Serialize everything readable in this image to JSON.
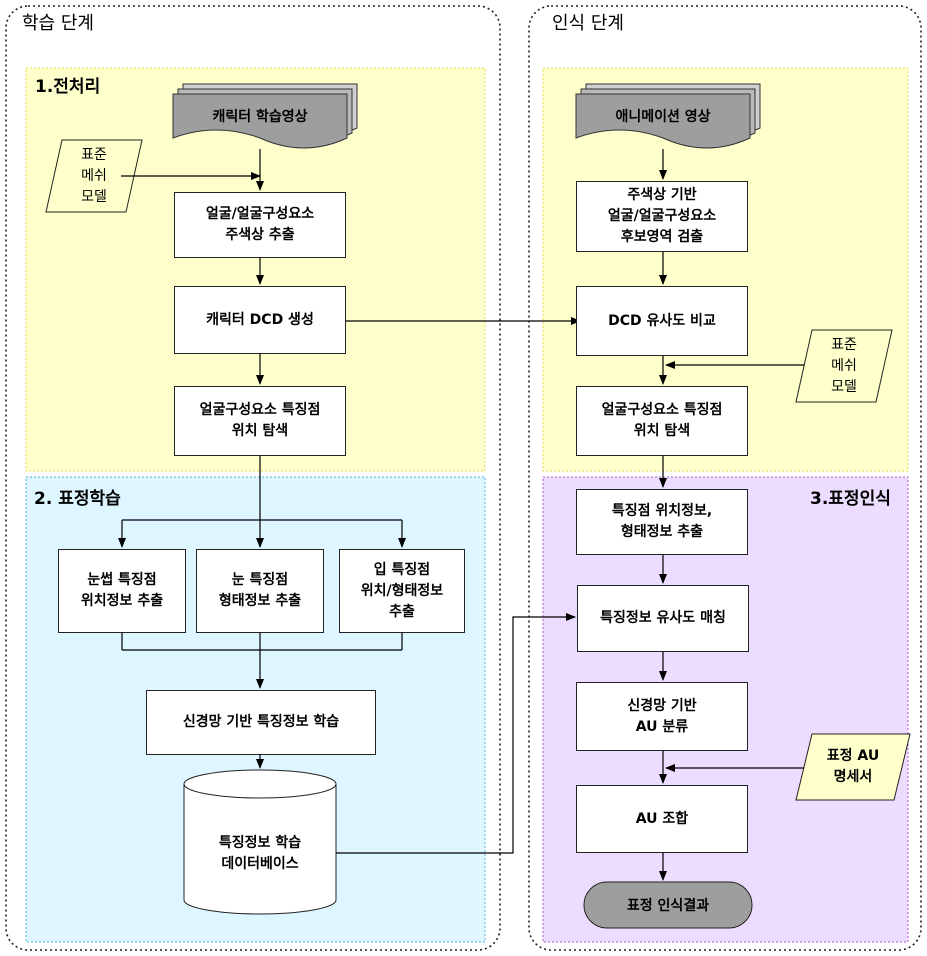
{
  "phases": {
    "learning": {
      "title": "학습 단계"
    },
    "recognition": {
      "title": "인식 단계"
    }
  },
  "sections": {
    "preprocess": "1.전처리",
    "expression_learning": "2. 표정학습",
    "expression_recognition": "3.표정인식"
  },
  "learning": {
    "source": "캐릭터 학습영상",
    "mesh_model": "표준\n메쉬\n모델",
    "hue_extract": "얼굴/얼굴구성요소\n주색상 추출",
    "dcd_generate": "캐릭터 DCD 생성",
    "feature_search": "얼굴구성요소 특징점\n위치 탐색",
    "eyebrow": "눈썹 특징점\n위치정보 추출",
    "eye": "눈 특징점\n형태정보 추출",
    "mouth": "입 특징점\n위치/형태정보\n추출",
    "nn_learning": "신경망 기반 특징정보 학습",
    "database": "특징정보 학습\n데이터베이스"
  },
  "recognition": {
    "source": "애니메이션 영상",
    "candidate_detect": "주색상 기반\n얼굴/얼굴구성요소\n후보영역 검출",
    "dcd_compare": "DCD 유사도 비교",
    "mesh_model": "표준\n메쉬\n모델",
    "feature_search": "얼굴구성요소 특징점\n위치 탐색",
    "feature_extract": "특징점 위치정보,\n형태정보 추출",
    "similarity_match": "특징정보 유사도 매칭",
    "au_classify": "신경망 기반\nAU 분류",
    "au_spec": "표정 AU\n명세서",
    "au_combine": "AU 조합",
    "result": "표정 인식결과"
  },
  "colors": {
    "preprocess_fill": "#FFFFCC",
    "preprocess_border": "#E6D84A",
    "learning_fill": "#DDF6FF",
    "learning_border": "#4DB8D6",
    "recognition_fill": "#ECDCFF",
    "recognition_border": "#B057C8",
    "doc_fill": "#9E9E9E",
    "para_fill": "#FFFFCC"
  }
}
